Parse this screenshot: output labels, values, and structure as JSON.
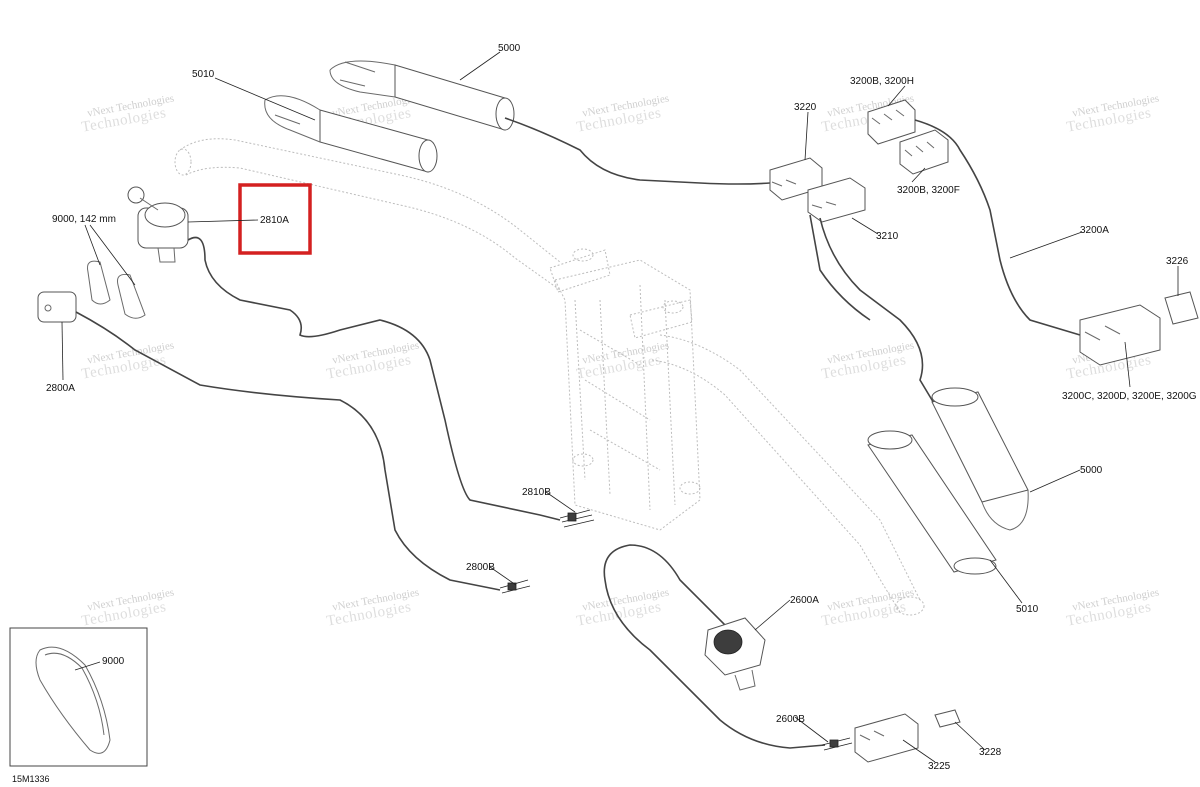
{
  "diagram": {
    "drawing_code": "15M1336",
    "highlight_color": "#d42020",
    "callouts": [
      {
        "id": "c5000a",
        "text": "5000"
      },
      {
        "id": "c5010a",
        "text": "5010"
      },
      {
        "id": "c9000a",
        "text": "9000, 142 mm"
      },
      {
        "id": "c2810a",
        "text": "2810A"
      },
      {
        "id": "c2800a",
        "text": "2800A"
      },
      {
        "id": "c2810b",
        "text": "2810B"
      },
      {
        "id": "c2800b",
        "text": "2800B"
      },
      {
        "id": "c9000b",
        "text": "9000"
      },
      {
        "id": "c3220",
        "text": "3220"
      },
      {
        "id": "c3200bh",
        "text": "3200B, 3200H"
      },
      {
        "id": "c3200bf",
        "text": "3200B, 3200F"
      },
      {
        "id": "c3210",
        "text": "3210"
      },
      {
        "id": "c3200a",
        "text": "3200A"
      },
      {
        "id": "c3226",
        "text": "3226"
      },
      {
        "id": "c3200cdeg",
        "text": "3200C, 3200D, 3200E, 3200G"
      },
      {
        "id": "c5000b",
        "text": "5000"
      },
      {
        "id": "c5010b",
        "text": "5010"
      },
      {
        "id": "c2600a",
        "text": "2600A"
      },
      {
        "id": "c2600b",
        "text": "2600B"
      },
      {
        "id": "c3225",
        "text": "3225"
      },
      {
        "id": "c3228",
        "text": "3228"
      }
    ],
    "watermark": {
      "line1": "vNext Technologies",
      "line2": "Technologies"
    }
  }
}
